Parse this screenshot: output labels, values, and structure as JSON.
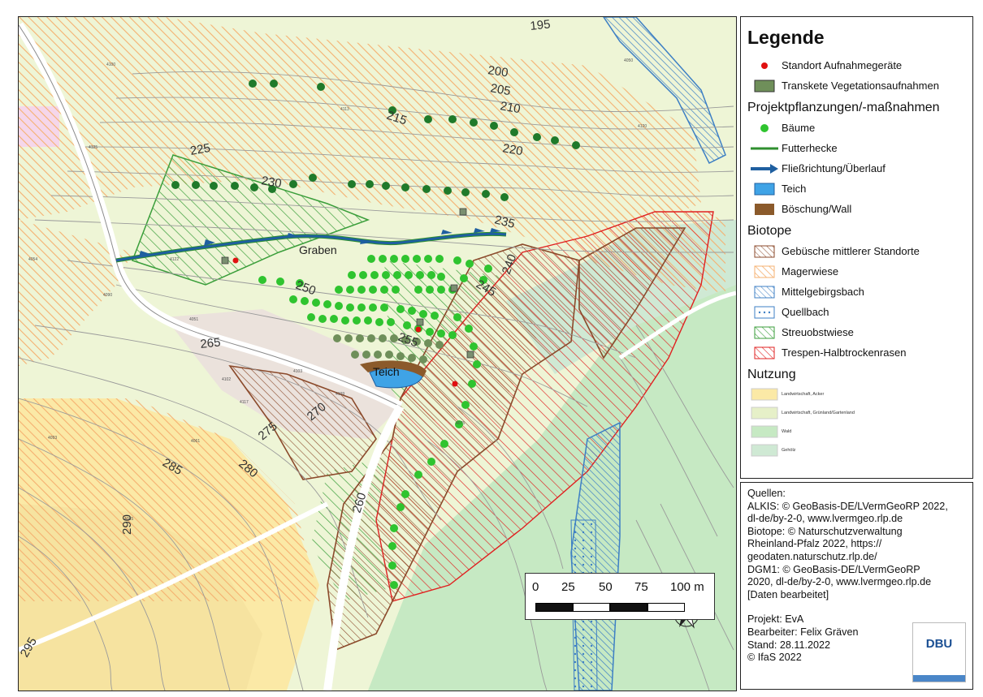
{
  "map": {
    "contour_labels": [
      "195",
      "200",
      "205",
      "210",
      "215",
      "220",
      "225",
      "230",
      "235",
      "240",
      "245",
      "250",
      "255",
      "260",
      "265",
      "270",
      "275",
      "280",
      "285",
      "290",
      "295"
    ],
    "place_labels": {
      "graben": "Graben",
      "teich": "Teich"
    },
    "parcel_numbers": [
      "4050",
      "4100",
      "4113",
      "4125",
      "4120",
      "4122",
      "4054",
      "4090",
      "4051",
      "4103",
      "4102",
      "4117",
      "4109",
      "4075",
      "4093",
      "4061",
      "4085"
    ],
    "north_arrow": "north-arrow-icon"
  },
  "scalebar": {
    "labels": [
      "0",
      "25",
      "50",
      "75",
      "100 m"
    ]
  },
  "legend": {
    "title": "Legende",
    "items_top": [
      {
        "label": "Standort Aufnahmegeräte",
        "icon": "red-dot-icon"
      },
      {
        "label": "Transkete Vegetationsaufnahmen",
        "icon": "grey-square-icon"
      }
    ],
    "section_projekt": "Projektpflanzungen/-maßnahmen",
    "items_projekt": [
      {
        "label": "Bäume",
        "icon": "green-dot-icon"
      },
      {
        "label": "Futterhecke",
        "icon": "green-line-icon"
      },
      {
        "label": "Fließrichtung/Überlauf",
        "icon": "blue-arrow-icon"
      },
      {
        "label": "Teich",
        "icon": "blue-rect-icon"
      },
      {
        "label": "Böschung/Wall",
        "icon": "brown-rect-icon"
      }
    ],
    "section_biotope": "Biotope",
    "items_biotope": [
      {
        "label": "Gebüsche mittlerer Standorte",
        "color": "#8b4a2b"
      },
      {
        "label": "Magerwiese",
        "color": "#f5b070"
      },
      {
        "label": "Mittelgebirgsbach",
        "color": "#3d7fc4"
      },
      {
        "label": "Quellbach",
        "color": "#3d7fc4"
      },
      {
        "label": "Streuobstwiese",
        "color": "#3a9e3a"
      },
      {
        "label": "Trespen-Halbtrockenrasen",
        "color": "#e02020"
      }
    ],
    "section_nutzung": "Nutzung",
    "items_nutzung": [
      {
        "label": "Landwirtschaft, Acker",
        "color": "#fbe9a6"
      },
      {
        "label": "Landwirtschaft, Grünland/Gartenland",
        "color": "#e6f0c8"
      },
      {
        "label": "Wald",
        "color": "#c6e9c3"
      },
      {
        "label": "Gehölz",
        "color": "#cfe9d4"
      }
    ]
  },
  "sources": {
    "heading": "Quellen:",
    "lines": [
      "ALKIS: © GeoBasis-DE/LVermGeoRP 2022,",
      "dl-de/by-2-0, www.lvermgeo.rlp.de",
      "Biotope: © Naturschutzverwaltung",
      "Rheinland-Pfalz 2022, https://",
      "geodaten.naturschutz.rlp.de/",
      "DGM1: © GeoBasis-DE/LVermGeoRP",
      "2020, dl-de/by-2-0, www.lvermgeo.rlp.de",
      "[Daten bearbeitet]"
    ],
    "projekt": "Projekt: EvA",
    "bearbeiter": "Bearbeiter: Felix Gräven",
    "stand": "Stand: 28.11.2022",
    "copyright": "© IfaS 2022",
    "logo_text": "DBU"
  },
  "colors": {
    "acker": "#fbe9a6",
    "gruenland": "#eef5d6",
    "wald": "#c6e9c3",
    "gebuesche": "#8b4a2b",
    "magerwiese": "#f5b070",
    "bach": "#3d7fc4",
    "streuobst": "#3a9e3a",
    "trespen": "#e02020",
    "tree_dark": "#1f7a2a",
    "tree_light": "#2fc42f",
    "tree_grey": "#6f8f5a"
  }
}
